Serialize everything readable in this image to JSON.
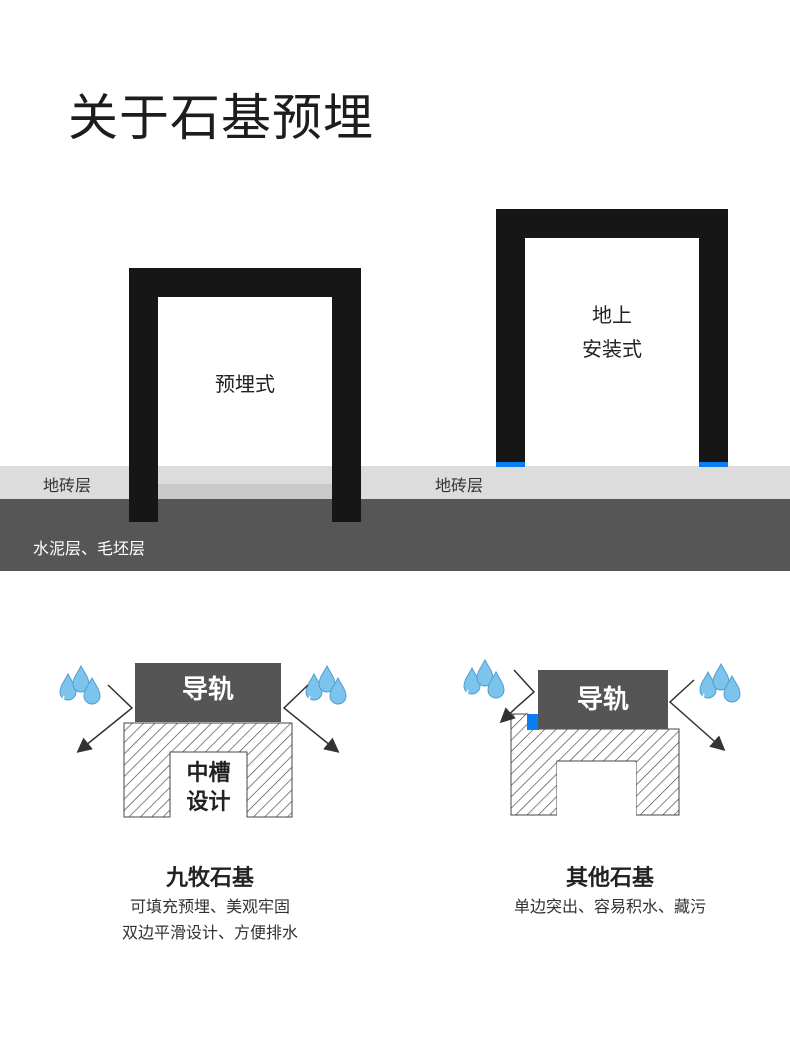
{
  "title": "关于石基预埋",
  "top_diagram": {
    "tile_layer_label": "地砖层",
    "cement_layer_label": "水泥层、毛坯层",
    "embedded_frame_label": "预埋式",
    "surface_frame_label_line1": "地上",
    "surface_frame_label_line2": "安装式",
    "colors": {
      "frame": "#161616",
      "tile": "#dcdcdc",
      "cement": "#565656",
      "accent_blue": "#0a7df0"
    }
  },
  "left_detail": {
    "rail_label": "导轨",
    "groove_label_line1": "中槽",
    "groove_label_line2": "设计",
    "caption_title": "九牧石基",
    "caption_line1": "可填充预埋、美观牢固",
    "caption_line2": "双边平滑设计、方便排水"
  },
  "right_detail": {
    "rail_label": "导轨",
    "caption_title": "其他石基",
    "caption_line1": "单边突出、容易积水、藏污"
  },
  "icons": {
    "water_drop": "water-drops-icon",
    "arrow": "drain-arrow-icon",
    "drop_color": "#7cc4ec"
  }
}
